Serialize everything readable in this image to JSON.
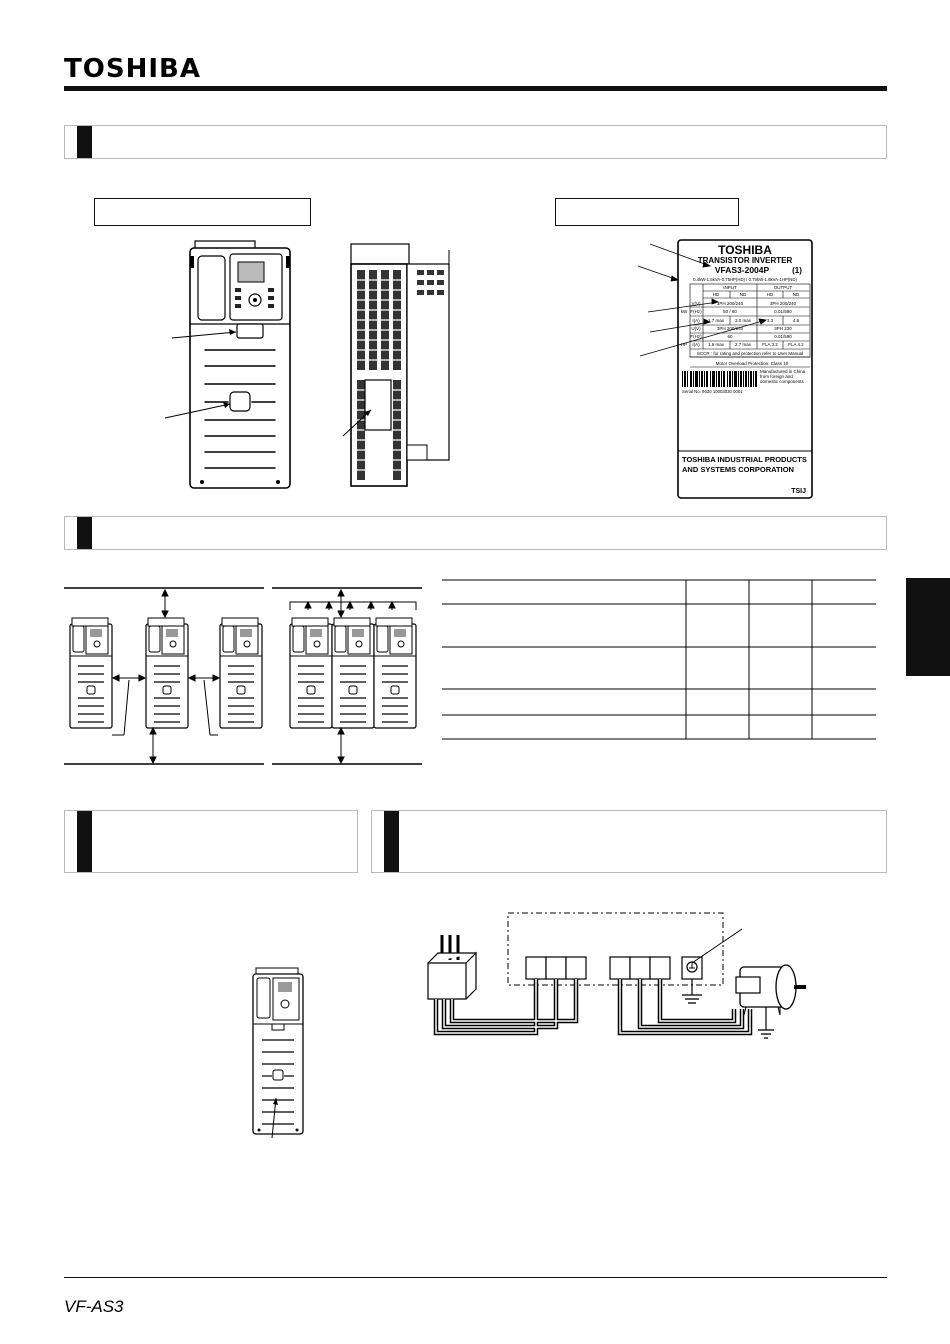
{
  "header": {
    "brand": "TOSHIBA"
  },
  "nameplate": {
    "brand": "TOSHIBA",
    "product": "TRANSISTOR INVERTER",
    "model": "VFAS3-2004P",
    "model_suffix": "(1)",
    "power_line": "0.4kW-1.5kVA-0.75HP(HD) / 0.75kW-1.8kVA-1HP(ND)",
    "col_input": "INPUT",
    "col_output": "OUTPUT",
    "hd": "HD",
    "nd": "ND",
    "kw_label": "kW",
    "hp_label": "HP",
    "rows": [
      {
        "label": "V(V)",
        "input": "3PH 200/240",
        "output": "3PH 200/240"
      },
      {
        "label": "F(Hz)",
        "input": "50 / 60",
        "output": "0.01/590"
      },
      {
        "label": "I(A)",
        "input_hd": "1.7 max",
        "input_nd": "3.0 max",
        "output_hd": "3.3",
        "output_nd": "4.6"
      },
      {
        "label": "U(V)",
        "input": "3PH 200/240",
        "output": "3PH 230"
      },
      {
        "label": "F(Hz)",
        "input": "60",
        "output": "0.01/590"
      },
      {
        "label": "I(A)",
        "input_hd": "1.6 max",
        "input_nd": "2.7 max",
        "output_hd": "FLA 3.2",
        "output_nd": "FLA 4.2"
      }
    ],
    "sccr": "SCCR : for rating and protection refer to User Manual",
    "overload": "Motor Overload Protection: Class 10",
    "made_in": "Manufactured in China from foreign and domestic components",
    "serial": "Serial No. 9630 10003030 0001",
    "company": "TOSHIBA INDUSTRIAL PRODUCTS AND SYSTEMS CORPORATION",
    "code": "TSIJ"
  },
  "footer": {
    "model": "VF-AS3"
  }
}
